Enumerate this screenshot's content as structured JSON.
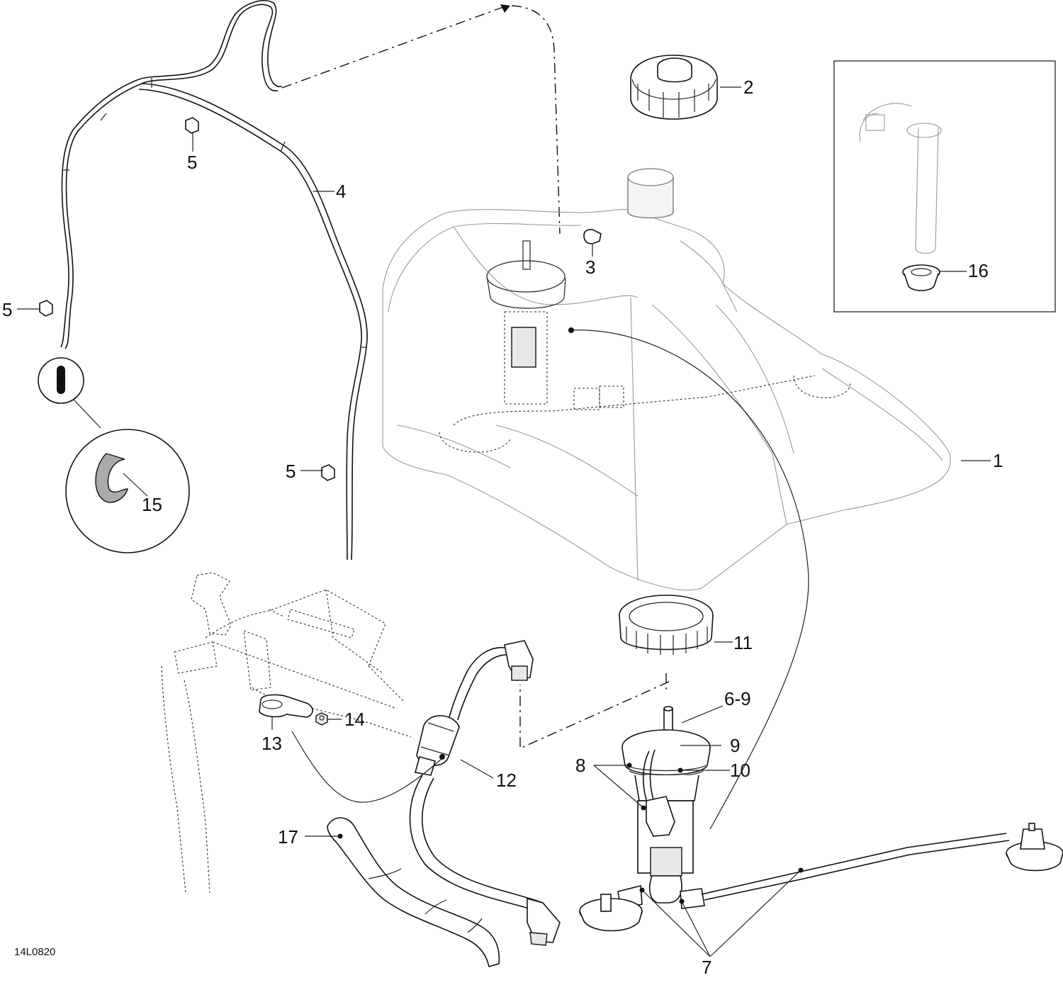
{
  "diagram_code": "14L0820",
  "callouts": [
    {
      "id": "1",
      "label": "1"
    },
    {
      "id": "2",
      "label": "2"
    },
    {
      "id": "3",
      "label": "3"
    },
    {
      "id": "4",
      "label": "4"
    },
    {
      "id": "5a",
      "label": "5"
    },
    {
      "id": "5b",
      "label": "5"
    },
    {
      "id": "5c",
      "label": "5"
    },
    {
      "id": "6-9",
      "label": "6-9"
    },
    {
      "id": "7",
      "label": "7"
    },
    {
      "id": "8",
      "label": "8"
    },
    {
      "id": "9",
      "label": "9"
    },
    {
      "id": "10",
      "label": "10"
    },
    {
      "id": "11",
      "label": "11"
    },
    {
      "id": "12",
      "label": "12"
    },
    {
      "id": "13",
      "label": "13"
    },
    {
      "id": "14",
      "label": "14"
    },
    {
      "id": "15",
      "label": "15"
    },
    {
      "id": "16",
      "label": "16"
    },
    {
      "id": "17",
      "label": "17"
    }
  ]
}
